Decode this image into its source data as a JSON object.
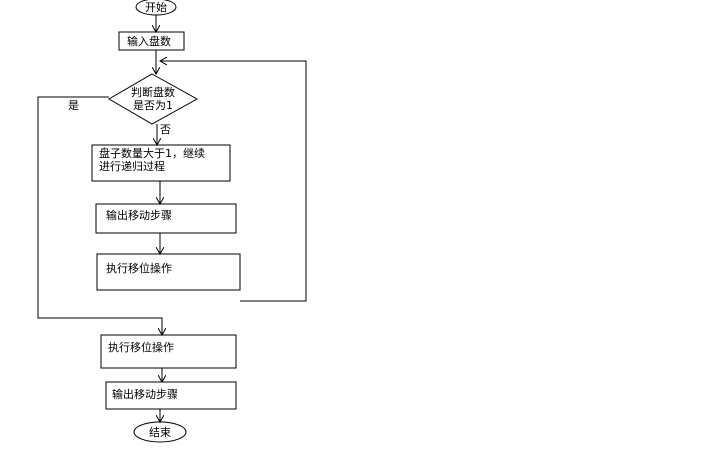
{
  "flowchart": {
    "start": "开始",
    "input": "输入盘数",
    "decision_line1": "判断盘数",
    "decision_line2": "是否为1",
    "yes_label": "是",
    "no_label": "否",
    "recurse_line1": "盘子数量大于1，继续",
    "recurse_line2": "进行递归过程",
    "output_move_1": "输出移动步骤",
    "execute_move_1": "执行移位操作",
    "execute_move_2": "执行移位操作",
    "output_move_2": "输出移动步骤",
    "end": "结束"
  }
}
